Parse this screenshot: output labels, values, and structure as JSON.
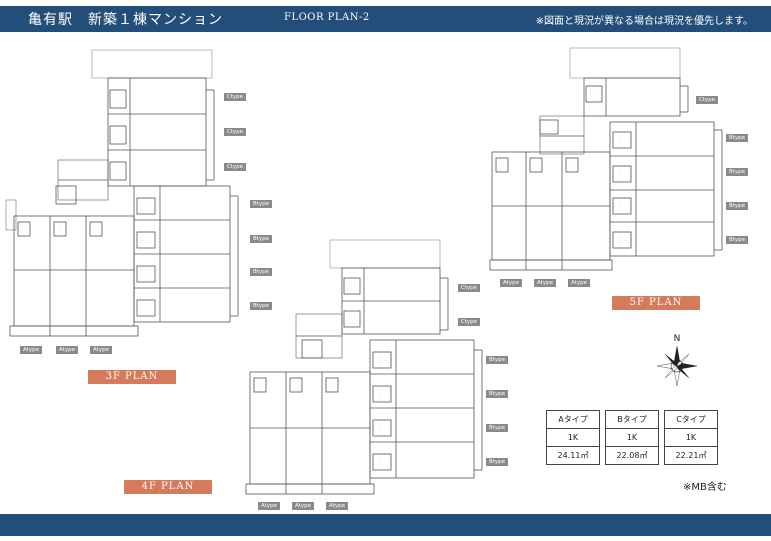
{
  "header": {
    "title": "亀有駅　新築１棟マンション",
    "subtitle": "FLOOR PLAN-2",
    "note": "※図面と現況が異なる場合は現況を優先します。"
  },
  "floors": [
    {
      "label": "3F  PLAN"
    },
    {
      "label": "4F  PLAN"
    },
    {
      "label": "5F  PLAN"
    }
  ],
  "type_tags": {
    "a": "Atype",
    "b": "Btype",
    "c": "Ctype"
  },
  "compass": {
    "north": "N"
  },
  "unit_types": {
    "headers": [
      "Aタイプ",
      "Bタイプ",
      "Cタイプ"
    ],
    "layout": [
      "1K",
      "1K",
      "1K"
    ],
    "area": [
      "24.11㎡",
      "22.08㎡",
      "22.21㎡"
    ]
  },
  "note_mb": "※MB含む",
  "colors": {
    "header_bg": "#234e79",
    "label_bg": "#d67a5c",
    "tag_bg": "#8a8a8a",
    "line": "#555555"
  }
}
